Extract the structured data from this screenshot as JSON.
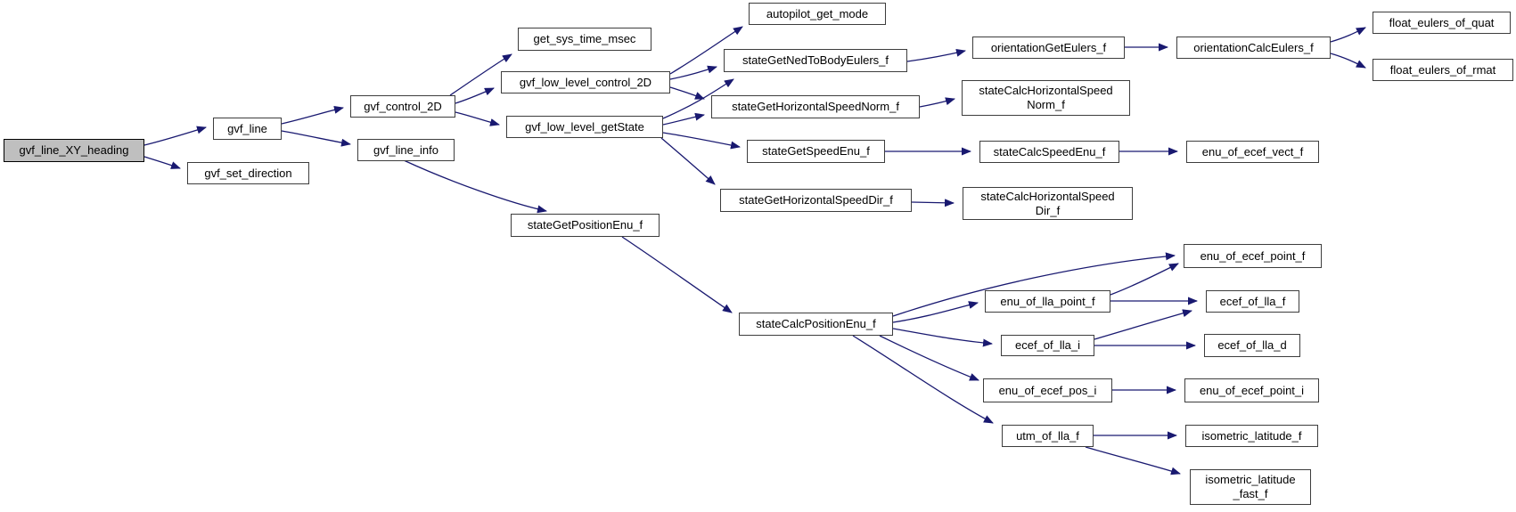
{
  "diagram": {
    "type": "call-graph",
    "root": "gvf_line_XY_heading",
    "colors": {
      "edge": "#191970",
      "node_border": "#3d3d3d",
      "highlight_fill": "#bfbfbf",
      "background": "#ffffff"
    },
    "nodes": [
      {
        "id": "gvf_line_XY_heading",
        "lines": [
          "gvf_line_XY_heading"
        ],
        "highlighted": true
      },
      {
        "id": "gvf_line",
        "lines": [
          "gvf_line"
        ],
        "highlighted": false
      },
      {
        "id": "gvf_set_direction",
        "lines": [
          "gvf_set_direction"
        ],
        "highlighted": false
      },
      {
        "id": "gvf_control_2D",
        "lines": [
          "gvf_control_2D"
        ],
        "highlighted": false
      },
      {
        "id": "gvf_line_info",
        "lines": [
          "gvf_line_info"
        ],
        "highlighted": false
      },
      {
        "id": "get_sys_time_msec",
        "lines": [
          "get_sys_time_msec"
        ],
        "highlighted": false
      },
      {
        "id": "gvf_low_level_control_2D",
        "lines": [
          "gvf_low_level_control_2D"
        ],
        "highlighted": false
      },
      {
        "id": "gvf_low_level_getState",
        "lines": [
          "gvf_low_level_getState"
        ],
        "highlighted": false
      },
      {
        "id": "autopilot_get_mode",
        "lines": [
          "autopilot_get_mode"
        ],
        "highlighted": false
      },
      {
        "id": "stateGetNedToBodyEulers_f",
        "lines": [
          "stateGetNedToBodyEulers_f"
        ],
        "highlighted": false
      },
      {
        "id": "stateGetHorizontalSpeedNorm_f",
        "lines": [
          "stateGetHorizontalSpeedNorm_f"
        ],
        "highlighted": false
      },
      {
        "id": "stateGetSpeedEnu_f",
        "lines": [
          "stateGetSpeedEnu_f"
        ],
        "highlighted": false
      },
      {
        "id": "stateGetHorizontalSpeedDir_f",
        "lines": [
          "stateGetHorizontalSpeedDir_f"
        ],
        "highlighted": false
      },
      {
        "id": "stateGetPositionEnu_f",
        "lines": [
          "stateGetPositionEnu_f"
        ],
        "highlighted": false
      },
      {
        "id": "orientationGetEulers_f",
        "lines": [
          "orientationGetEulers_f"
        ],
        "highlighted": false
      },
      {
        "id": "orientationCalcEulers_f",
        "lines": [
          "orientationCalcEulers_f"
        ],
        "highlighted": false
      },
      {
        "id": "float_eulers_of_quat",
        "lines": [
          "float_eulers_of_quat"
        ],
        "highlighted": false
      },
      {
        "id": "float_eulers_of_rmat",
        "lines": [
          "float_eulers_of_rmat"
        ],
        "highlighted": false
      },
      {
        "id": "stateCalcHorizontalSpeedNorm_f",
        "lines": [
          "stateCalcHorizontalSpeed",
          "Norm_f"
        ],
        "highlighted": false
      },
      {
        "id": "stateCalcSpeedEnu_f",
        "lines": [
          "stateCalcSpeedEnu_f"
        ],
        "highlighted": false
      },
      {
        "id": "enu_of_ecef_vect_f",
        "lines": [
          "enu_of_ecef_vect_f"
        ],
        "highlighted": false
      },
      {
        "id": "stateCalcHorizontalSpeedDir_f",
        "lines": [
          "stateCalcHorizontalSpeed",
          "Dir_f"
        ],
        "highlighted": false
      },
      {
        "id": "stateCalcPositionEnu_f",
        "lines": [
          "stateCalcPositionEnu_f"
        ],
        "highlighted": false
      },
      {
        "id": "enu_of_ecef_point_f",
        "lines": [
          "enu_of_ecef_point_f"
        ],
        "highlighted": false
      },
      {
        "id": "enu_of_lla_point_f",
        "lines": [
          "enu_of_lla_point_f"
        ],
        "highlighted": false
      },
      {
        "id": "ecef_of_lla_f",
        "lines": [
          "ecef_of_lla_f"
        ],
        "highlighted": false
      },
      {
        "id": "ecef_of_lla_i",
        "lines": [
          "ecef_of_lla_i"
        ],
        "highlighted": false
      },
      {
        "id": "ecef_of_lla_d",
        "lines": [
          "ecef_of_lla_d"
        ],
        "highlighted": false
      },
      {
        "id": "enu_of_ecef_pos_i",
        "lines": [
          "enu_of_ecef_pos_i"
        ],
        "highlighted": false
      },
      {
        "id": "enu_of_ecef_point_i",
        "lines": [
          "enu_of_ecef_point_i"
        ],
        "highlighted": false
      },
      {
        "id": "utm_of_lla_f",
        "lines": [
          "utm_of_lla_f"
        ],
        "highlighted": false
      },
      {
        "id": "isometric_latitude_f",
        "lines": [
          "isometric_latitude_f"
        ],
        "highlighted": false
      },
      {
        "id": "isometric_latitude_fast_f",
        "lines": [
          "isometric_latitude",
          "_fast_f"
        ],
        "highlighted": false
      }
    ],
    "edges": [
      {
        "from": "gvf_line_XY_heading",
        "to": "gvf_line"
      },
      {
        "from": "gvf_line_XY_heading",
        "to": "gvf_set_direction"
      },
      {
        "from": "gvf_line",
        "to": "gvf_control_2D"
      },
      {
        "from": "gvf_line",
        "to": "gvf_line_info"
      },
      {
        "from": "gvf_control_2D",
        "to": "get_sys_time_msec"
      },
      {
        "from": "gvf_control_2D",
        "to": "gvf_low_level_control_2D"
      },
      {
        "from": "gvf_control_2D",
        "to": "gvf_low_level_getState"
      },
      {
        "from": "gvf_low_level_control_2D",
        "to": "autopilot_get_mode"
      },
      {
        "from": "gvf_low_level_control_2D",
        "to": "stateGetNedToBodyEulers_f"
      },
      {
        "from": "gvf_low_level_control_2D",
        "to": "stateGetHorizontalSpeedNorm_f"
      },
      {
        "from": "gvf_low_level_getState",
        "to": "stateGetNedToBodyEulers_f"
      },
      {
        "from": "gvf_low_level_getState",
        "to": "stateGetHorizontalSpeedNorm_f"
      },
      {
        "from": "gvf_low_level_getState",
        "to": "stateGetSpeedEnu_f"
      },
      {
        "from": "gvf_low_level_getState",
        "to": "stateGetHorizontalSpeedDir_f"
      },
      {
        "from": "gvf_line_info",
        "to": "stateGetPositionEnu_f"
      },
      {
        "from": "stateGetPositionEnu_f",
        "to": "stateCalcPositionEnu_f"
      },
      {
        "from": "stateGetNedToBodyEulers_f",
        "to": "orientationGetEulers_f"
      },
      {
        "from": "orientationGetEulers_f",
        "to": "orientationCalcEulers_f"
      },
      {
        "from": "orientationCalcEulers_f",
        "to": "float_eulers_of_quat"
      },
      {
        "from": "orientationCalcEulers_f",
        "to": "float_eulers_of_rmat"
      },
      {
        "from": "stateGetHorizontalSpeedNorm_f",
        "to": "stateCalcHorizontalSpeedNorm_f"
      },
      {
        "from": "stateGetSpeedEnu_f",
        "to": "stateCalcSpeedEnu_f"
      },
      {
        "from": "stateCalcSpeedEnu_f",
        "to": "enu_of_ecef_vect_f"
      },
      {
        "from": "stateGetHorizontalSpeedDir_f",
        "to": "stateCalcHorizontalSpeedDir_f"
      },
      {
        "from": "stateCalcPositionEnu_f",
        "to": "enu_of_ecef_point_f"
      },
      {
        "from": "stateCalcPositionEnu_f",
        "to": "enu_of_lla_point_f"
      },
      {
        "from": "stateCalcPositionEnu_f",
        "to": "ecef_of_lla_i"
      },
      {
        "from": "stateCalcPositionEnu_f",
        "to": "enu_of_ecef_pos_i"
      },
      {
        "from": "stateCalcPositionEnu_f",
        "to": "utm_of_lla_f"
      },
      {
        "from": "enu_of_lla_point_f",
        "to": "enu_of_ecef_point_f"
      },
      {
        "from": "enu_of_lla_point_f",
        "to": "ecef_of_lla_f"
      },
      {
        "from": "ecef_of_lla_i",
        "to": "ecef_of_lla_f"
      },
      {
        "from": "ecef_of_lla_i",
        "to": "ecef_of_lla_d"
      },
      {
        "from": "enu_of_ecef_pos_i",
        "to": "enu_of_ecef_point_i"
      },
      {
        "from": "utm_of_lla_f",
        "to": "isometric_latitude_f"
      },
      {
        "from": "utm_of_lla_f",
        "to": "isometric_latitude_fast_f"
      }
    ]
  }
}
